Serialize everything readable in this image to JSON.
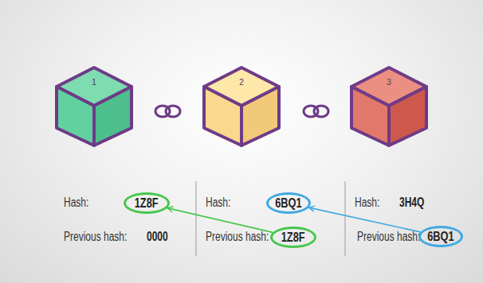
{
  "diagram": {
    "nodes": [
      {
        "text": [
          "1"
        ]
      },
      {
        "text": [
          "2"
        ]
      },
      {
        "text": [
          "3"
        ]
      },
      {
        "text": [
          "1Z8F"
        ]
      },
      {
        "text": [
          "6BQ1"
        ]
      },
      {
        "text": [
          "1Z8F"
        ]
      },
      {
        "text": [
          "6BQ1"
        ]
      }
    ],
    "edges": [
      {
        "from": 5,
        "to": 3,
        "arrow": "to"
      },
      {
        "from": 6,
        "to": 4,
        "arrow": "to"
      }
    ],
    "labels": [
      "Hash:",
      "Hash:",
      "Hash:",
      "3H4Q",
      "Previous hash:",
      "0000",
      "Previous hash:",
      "Previous hash:"
    ]
  }
}
